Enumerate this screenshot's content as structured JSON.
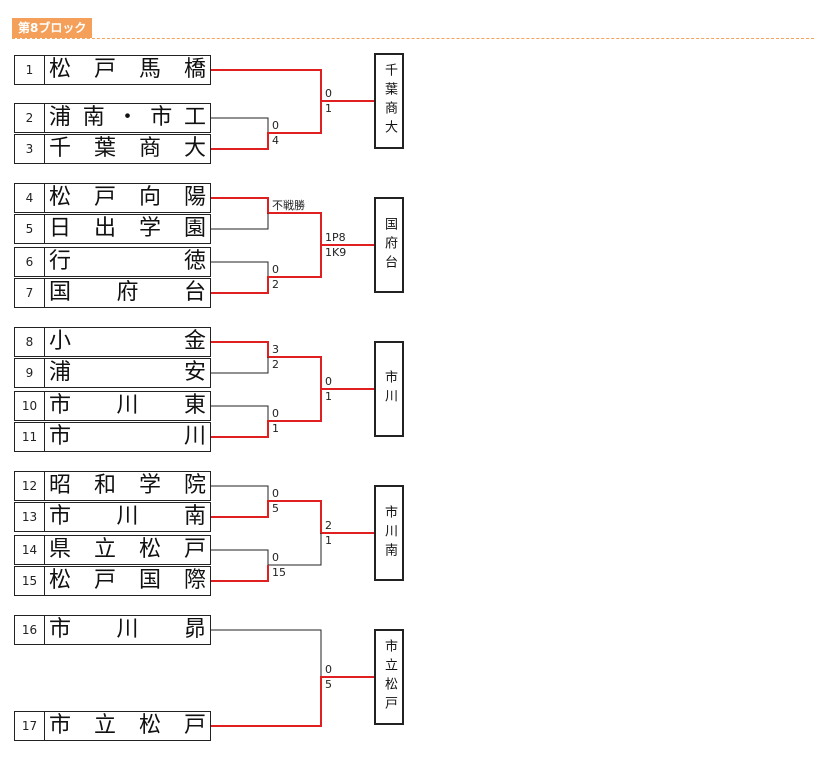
{
  "block_title": "第8ブロック",
  "teams": [
    {
      "num": "1",
      "name": "松戸馬橋"
    },
    {
      "num": "2",
      "name": "浦南・市工"
    },
    {
      "num": "3",
      "name": "千葉商大"
    },
    {
      "num": "4",
      "name": "松戸向陽"
    },
    {
      "num": "5",
      "name": "日出学園"
    },
    {
      "num": "6",
      "name": "行徳"
    },
    {
      "num": "7",
      "name": "国府台"
    },
    {
      "num": "8",
      "name": "小金"
    },
    {
      "num": "9",
      "name": "浦安"
    },
    {
      "num": "10",
      "name": "市川東"
    },
    {
      "num": "11",
      "name": "市川"
    },
    {
      "num": "12",
      "name": "昭和学院"
    },
    {
      "num": "13",
      "name": "市川南"
    },
    {
      "num": "14",
      "name": "県立松戸"
    },
    {
      "num": "15",
      "name": "松戸国際"
    },
    {
      "num": "16",
      "name": "市川昴"
    },
    {
      "num": "17",
      "name": "市立松戸"
    }
  ],
  "scores": {
    "g23_top": "0",
    "g23_bot": "4",
    "f1_top": "0",
    "f1_bot": "1",
    "g45_note": "不戦勝",
    "g67_top": "0",
    "g67_bot": "2",
    "f2_top": "1P8",
    "f2_bot": "1K9",
    "g89_top": "3",
    "g89_bot": "2",
    "g1011_top": "0",
    "g1011_bot": "1",
    "f3_top": "0",
    "f3_bot": "1",
    "g1213_top": "0",
    "g1213_bot": "5",
    "g1415_top": "0",
    "g1415_bot": "15",
    "f4_top": "2",
    "f4_bot": "1",
    "f5_top": "0",
    "f5_bot": "5"
  },
  "winners": [
    "千葉商大",
    "国府台",
    "市川",
    "市川南",
    "市立松戸"
  ],
  "colors": {
    "win_line": "#e02020",
    "lose_line": "#222222",
    "header_bg": "#f5a05a"
  }
}
